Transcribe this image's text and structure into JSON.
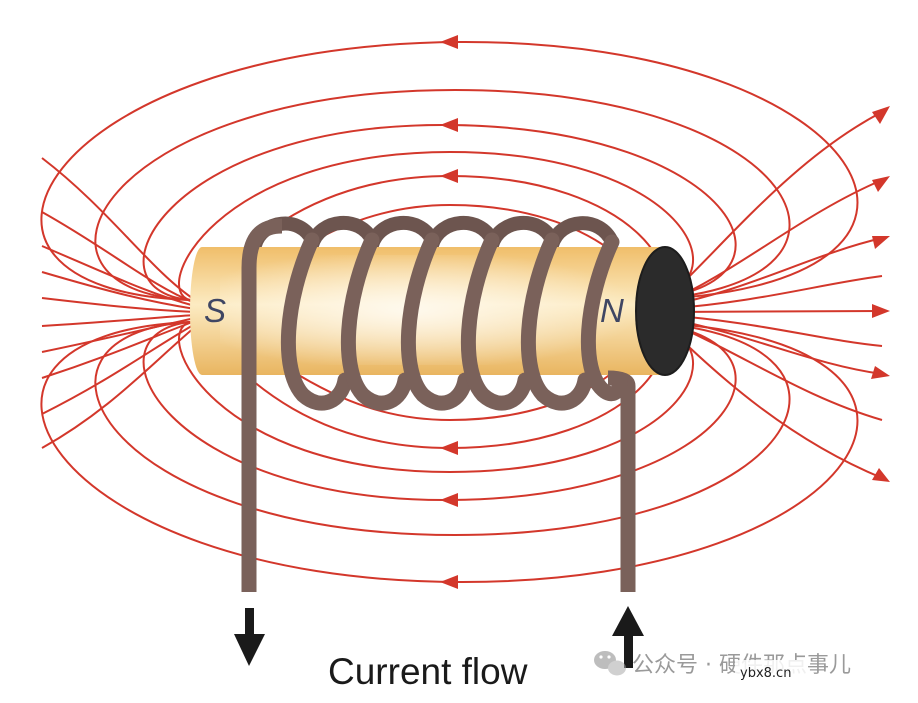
{
  "labels": {
    "south_pole": "S",
    "north_pole": "N",
    "caption": "Current flow"
  },
  "watermark": {
    "text": "公众号 · 硬件那点事儿",
    "site": "ybx8.cn"
  },
  "colors": {
    "field_line": "#d3372b",
    "coil": "#7a615a",
    "core": "#f3c77f",
    "core_end": "#2b2b2b",
    "pole_label": "#3f4663",
    "arrow": "#1a1a1a"
  },
  "icons": {
    "current_down": "arrow-down-icon",
    "current_up": "arrow-up-icon",
    "wechat": "wechat-icon"
  }
}
